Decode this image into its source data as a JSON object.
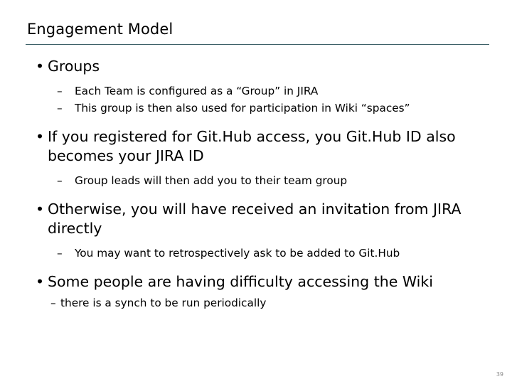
{
  "slide": {
    "title": "Engagement Model",
    "page_number": "39",
    "rule_color": "#3b5f66",
    "background_color": "#ffffff",
    "text_color": "#000000",
    "bullet_glyph": "•",
    "dash_glyph": "–",
    "blocks": [
      {
        "level": 1,
        "text": "Groups"
      },
      {
        "level": 2,
        "text": "Each Team is configured as a “Group” in JIRA"
      },
      {
        "level": 2,
        "text": "This group is then also used for participation in Wiki “spaces”"
      },
      {
        "level": 1,
        "text": "If you registered for Git.Hub access, you Git.Hub ID also becomes your JIRA ID"
      },
      {
        "level": 2,
        "text": "Group leads will then add you to their team group"
      },
      {
        "level": 1,
        "text": "Otherwise, you will have received an invitation from JIRA directly"
      },
      {
        "level": 2,
        "text": "You may want to retrospectively ask to be added to Git.Hub"
      },
      {
        "level": 1,
        "text": "Some people are having difficulty accessing the Wiki"
      },
      {
        "level": 2,
        "shallow": true,
        "text": "there is a synch to be run periodically"
      }
    ]
  }
}
